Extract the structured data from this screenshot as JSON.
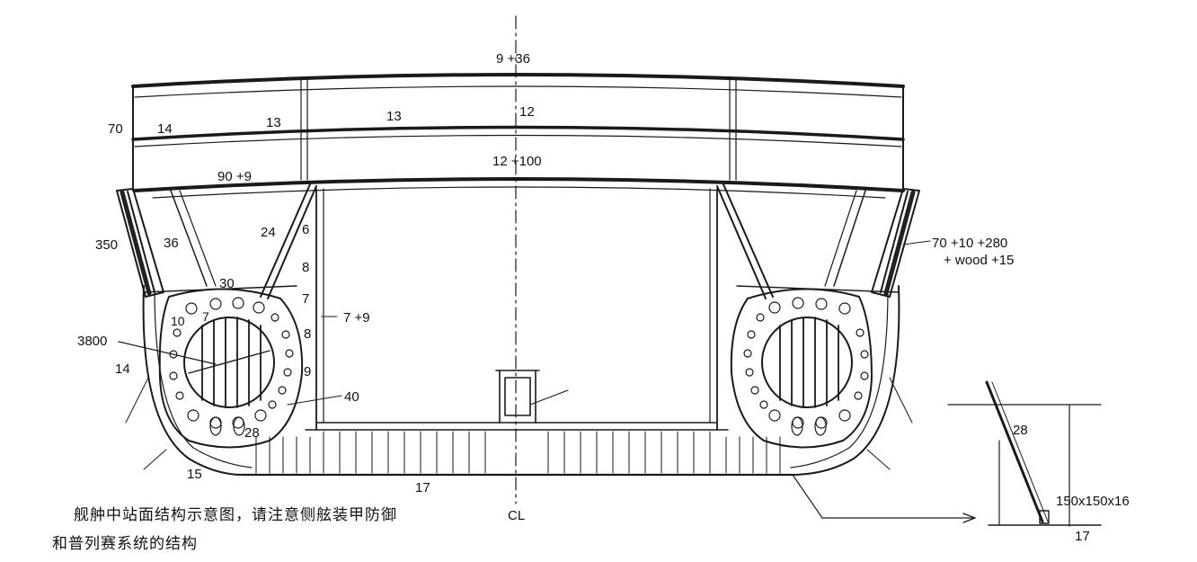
{
  "diagram": {
    "labels": {
      "top_deck": "9 +36",
      "l_70": "70",
      "l_14a": "14",
      "l_13a": "13",
      "l_13b": "13",
      "l_12": "12",
      "l_12_100": "12 +100",
      "l_90_9": "90 +9",
      "l_350": "350",
      "l_36": "36",
      "l_24": "24",
      "l_6": "6",
      "l_8a": "8",
      "l_30": "30",
      "l_7a": "7",
      "l_7_9": "7 +9",
      "l_10": "10",
      "l_7b": "7",
      "l_3800": "3800",
      "l_8b": "8",
      "l_14b": "14",
      "l_9": "9",
      "l_40": "40",
      "l_28a": "28",
      "l_15": "15",
      "l_17a": "17",
      "l_cl": "CL",
      "armor_line1": "70 +10 +280",
      "armor_line2": "+ wood +15",
      "detail_28": "28",
      "detail_angle": "150x150x16",
      "detail_17": "17"
    },
    "caption_line1": "舰舯中站面结构示意图，请注意侧舷装甲防御",
    "caption_line2": "和普列赛系统的结构"
  }
}
